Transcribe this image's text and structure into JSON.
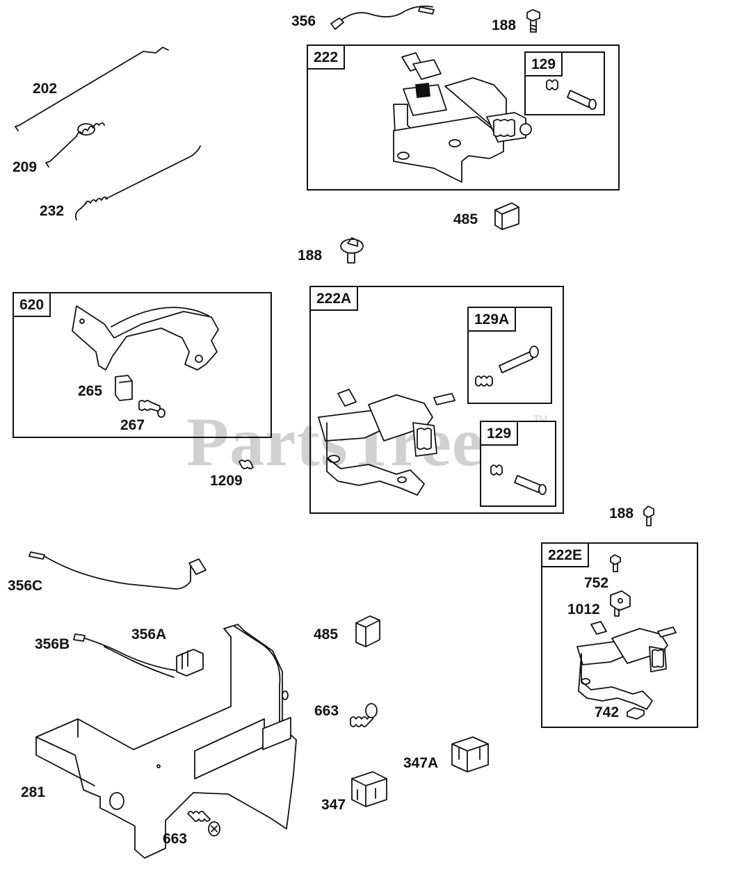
{
  "watermark": {
    "text": "PartsTree",
    "trademark": "TM"
  },
  "parts": {
    "p356": "356",
    "p188_top": "188",
    "p202": "202",
    "p209": "209",
    "p232": "232",
    "p485_top": "485",
    "p188_mid": "188",
    "p265": "265",
    "p267": "267",
    "p1209": "1209",
    "p188_right": "188",
    "p356c": "356C",
    "p356b": "356B",
    "p356a": "356A",
    "p485_bot": "485",
    "p663_mid": "663",
    "p347a": "347A",
    "p347": "347",
    "p281": "281",
    "p663_bot": "663",
    "p752": "752",
    "p1012": "1012",
    "p742": "742"
  },
  "boxes": {
    "b222": "222",
    "b129_top": "129",
    "b620": "620",
    "b222a": "222A",
    "b129a": "129A",
    "b129_inner": "129",
    "b222e": "222E"
  }
}
